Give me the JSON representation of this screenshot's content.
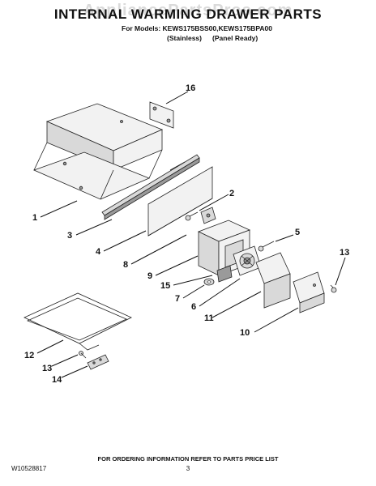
{
  "watermark": "AppliancePartsPros.com",
  "title": "INTERNAL WARMING DRAWER PARTS",
  "models_label": "For Models: KEWS175BSS00,KEWS175BPA00",
  "variant_stainless": "(Stainless)",
  "variant_panel": "(Panel Ready)",
  "footer_note": "FOR ORDERING INFORMATION REFER TO PARTS PRICE LIST",
  "doc_number": "W10528817",
  "page_number": "3",
  "callouts": {
    "c16": "16",
    "c1": "1",
    "c3": "3",
    "c2": "2",
    "c4": "4",
    "c8": "8",
    "c5": "5",
    "c9": "9",
    "c13a": "13",
    "c15": "15",
    "c7": "7",
    "c6": "6",
    "c11": "11",
    "c10": "10",
    "c12": "12",
    "c13b": "13",
    "c14": "14"
  }
}
